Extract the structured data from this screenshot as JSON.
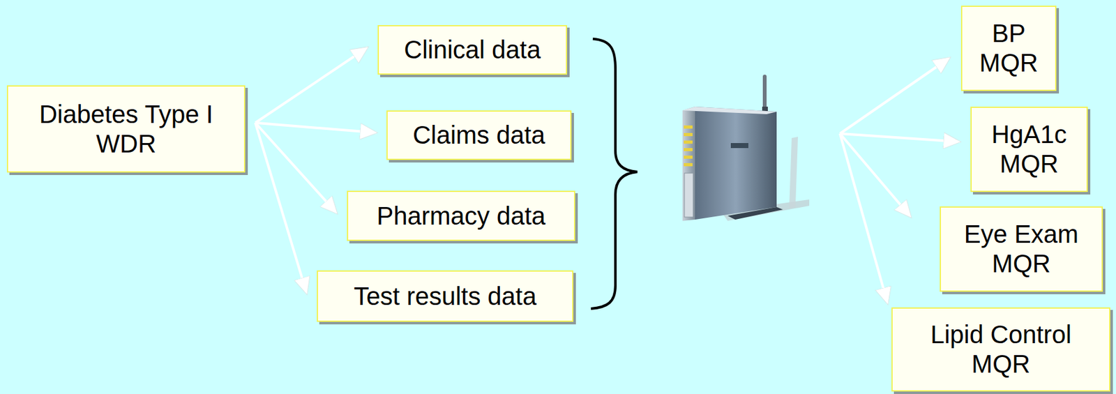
{
  "diagram": {
    "nodes": [
      {
        "text": [
          "Diabetes Type I WDR"
        ]
      },
      {
        "text": [
          "Clinical data"
        ]
      },
      {
        "text": [
          "Claims data"
        ]
      },
      {
        "text": [
          "Pharmacy data"
        ]
      },
      {
        "text": [
          "Test results data"
        ]
      },
      {
        "text": [
          "BP MQR"
        ]
      },
      {
        "text": [
          "HgA1c MQR"
        ]
      },
      {
        "text": [
          "Eye Exam MQR"
        ]
      },
      {
        "text": [
          "Lipid Control MQR"
        ]
      }
    ],
    "edges": [
      {
        "from": 0,
        "to": 1,
        "arrow": "to"
      },
      {
        "from": 0,
        "to": 2,
        "arrow": "to"
      },
      {
        "from": 0,
        "to": 3,
        "arrow": "to"
      },
      {
        "from": 0,
        "to": 4,
        "arrow": "to"
      }
    ]
  }
}
